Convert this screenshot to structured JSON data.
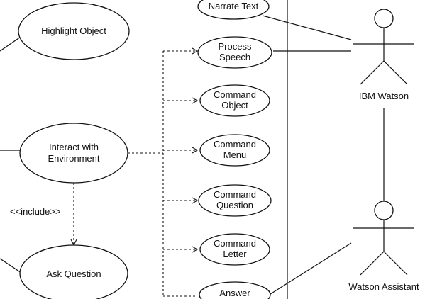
{
  "use_cases": {
    "highlight_object": [
      "Highlight Object"
    ],
    "interact_environment": [
      "Interact with",
      "Environment"
    ],
    "ask_question": [
      "Ask Question"
    ],
    "narrate_text": [
      "Narrate Text"
    ],
    "process_speech": [
      "Process",
      "Speech"
    ],
    "command_object": [
      "Command",
      "Object"
    ],
    "command_menu": [
      "Command",
      "Menu"
    ],
    "command_question": [
      "Command",
      "Question"
    ],
    "command_letter": [
      "Command",
      "Letter"
    ],
    "answer": [
      "Answer"
    ]
  },
  "actors": {
    "ibm_watson": "IBM Watson",
    "watson_assistant": "Watson Assistant"
  },
  "relationships": {
    "include_label": "<<include>>"
  }
}
